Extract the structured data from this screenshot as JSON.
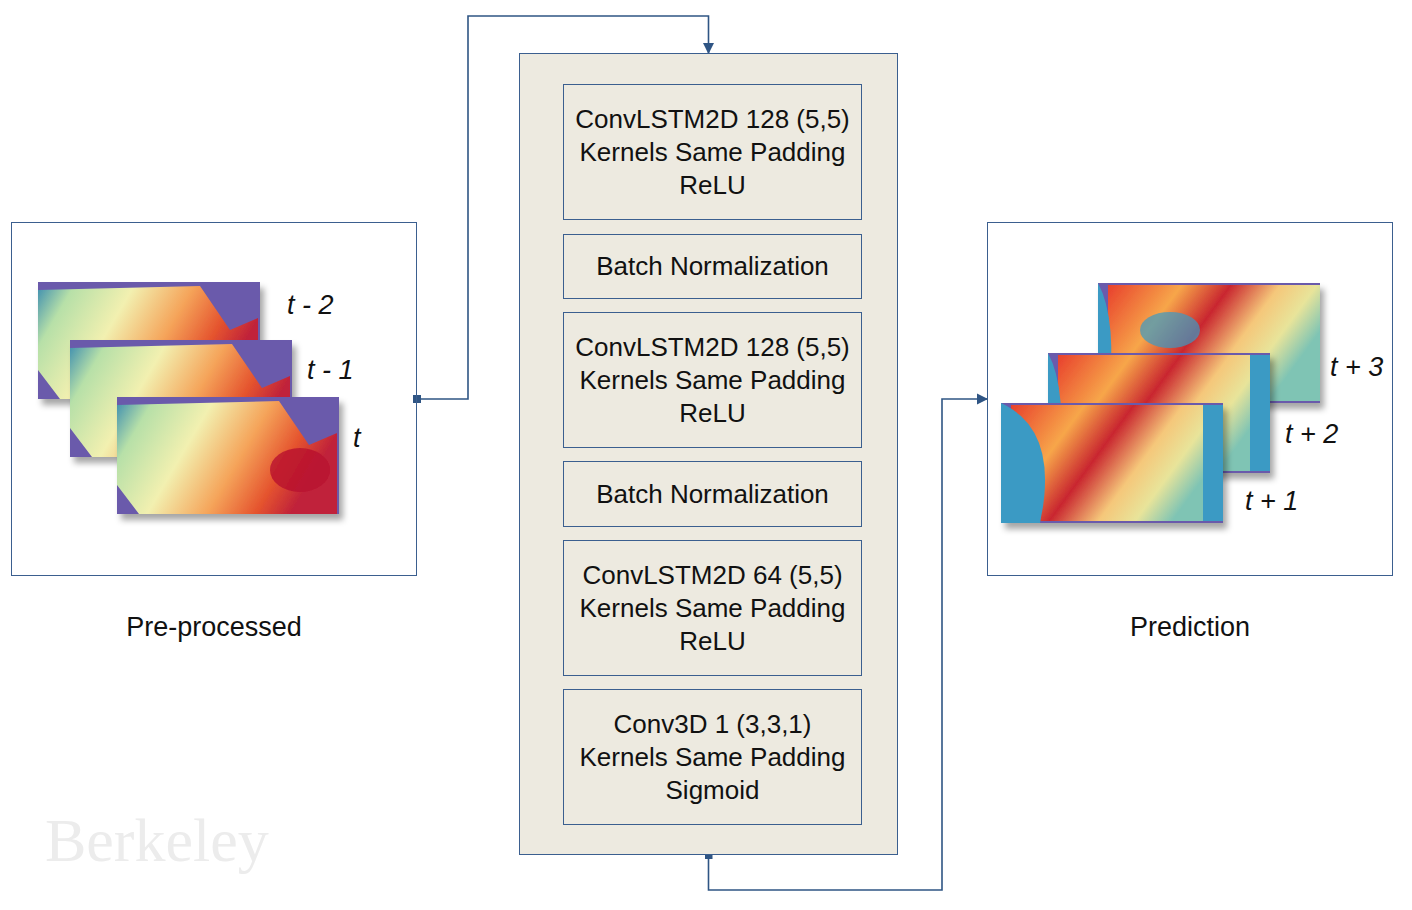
{
  "diagram": {
    "nodes": [
      {
        "text": [
          "Pre-processed"
        ]
      },
      {
        "text": []
      },
      {
        "text": [
          "ConvLSTM2D 128 (5,5) Kernels Same Padding ReLU"
        ],
        "in": 1
      },
      {
        "text": [
          "Batch Normalization"
        ],
        "in": 1
      },
      {
        "text": [
          "ConvLSTM2D 128 (5,5) Kernels Same Padding ReLU"
        ],
        "in": 1
      },
      {
        "text": [
          "Batch Normalization"
        ],
        "in": 1
      },
      {
        "text": [
          "ConvLSTM2D 64 (5,5) Kernels Same Padding ReLU"
        ],
        "in": 1
      },
      {
        "text": [
          "Conv3D 1 (3,3,1) Kernels Same Padding Sigmoid"
        ],
        "in": 1
      },
      {
        "text": [
          "Prediction"
        ]
      }
    ],
    "edges": [
      {
        "from": 0,
        "to": 1,
        "arrow": "to"
      },
      {
        "from": 1,
        "to": 8,
        "arrow": "to"
      }
    ],
    "labels": [
      "t - 2",
      "t - 1",
      "t",
      "t + 3",
      "t + 2",
      "t + 1",
      "Berkeley"
    ]
  }
}
